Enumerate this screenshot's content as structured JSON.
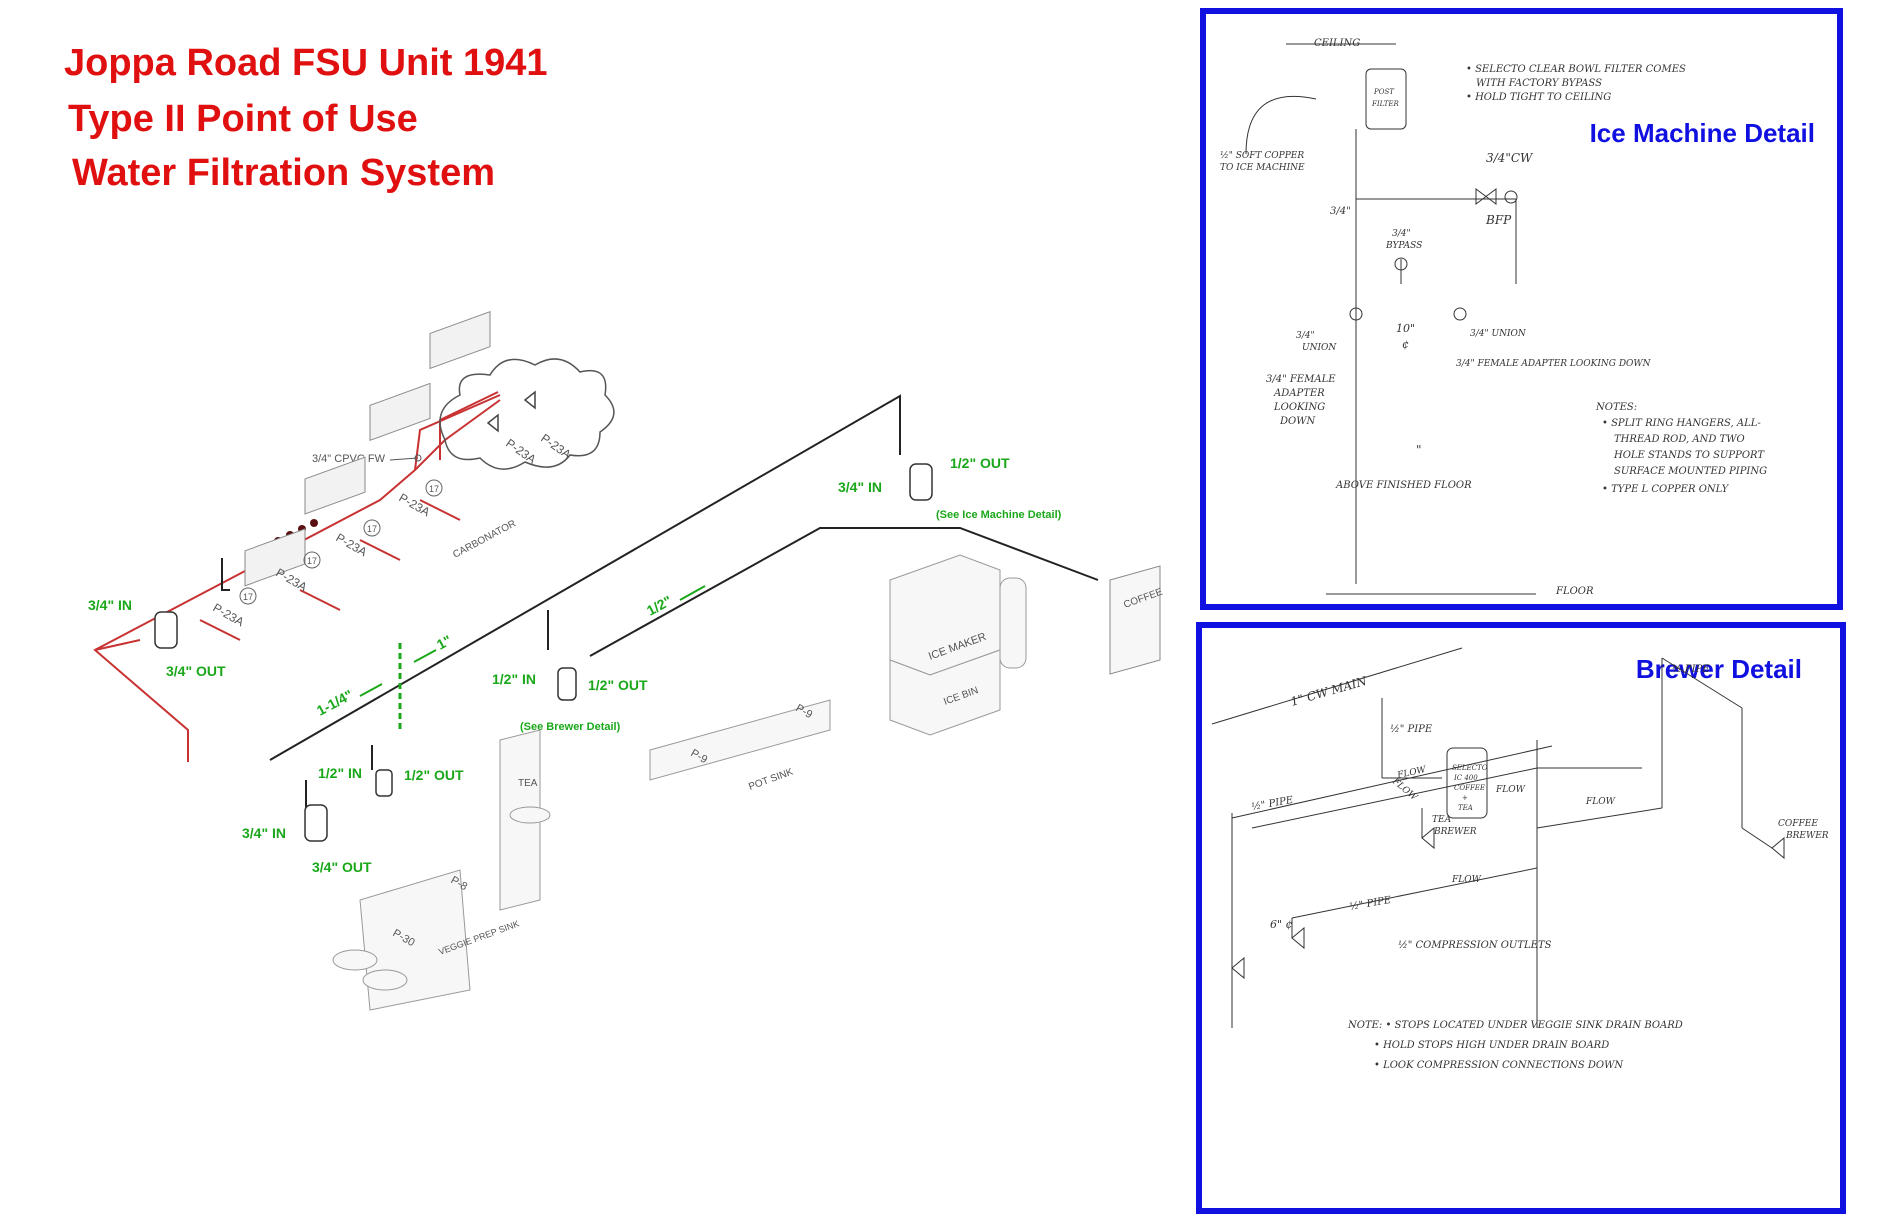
{
  "title": {
    "line1": "Joppa Road FSU Unit 1941",
    "line2": "Type II Point of Use",
    "line3": "Water Filtration System"
  },
  "colors": {
    "title": "#e01010",
    "label_green": "#1aa81a",
    "panel_border": "#1010e0",
    "red_pipe": "#c83232"
  },
  "plan": {
    "pipe_label_cpvc": "3/4\" CPVC FW",
    "pumps": [
      "P-23A",
      "P-23A",
      "P-23A",
      "P-23A",
      "P-23A",
      "P-23A"
    ],
    "circle_num": "17",
    "carbonator": "CARBONATOR",
    "ice_maker": "ICE MAKER",
    "ice_bin": "ICE BIN",
    "coffee": "COFFEE",
    "tea": "TEA",
    "pot_sink": "POT SINK",
    "p9_a": "P-9",
    "p9_b": "P-9",
    "p8": "P-8",
    "p30": "P-30",
    "veggie_sink": "VEGGIE PREP SINK",
    "filters": {
      "left": {
        "in": "3/4\" IN",
        "out": "3/4\" OUT"
      },
      "ice": {
        "in": "3/4\" IN",
        "out": "1/2\" OUT",
        "note": "(See Ice Machine Detail)"
      },
      "brewer": {
        "in": "1/2\" IN",
        "out": "1/2\" OUT",
        "note": "(See Brewer Detail)"
      },
      "small": {
        "in": "1/2\" IN",
        "out": "1/2\" OUT"
      },
      "bottom": {
        "in": "3/4\" IN",
        "out": "3/4\" OUT"
      }
    },
    "flow_1in": "1\"",
    "flow_1_1_4": "1-1/4\"",
    "flow_half": "1/2\""
  },
  "ice_detail": {
    "title": "Ice Machine Detail",
    "ceiling": "CEILING",
    "note_a": "• SELECTO CLEAR BOWL FILTER COMES",
    "note_b": "WITH FACTORY BYPASS",
    "note_c": "• HOLD TIGHT TO CEILING",
    "soft_copper_1": "½\" SOFT COPPER",
    "soft_copper_2": "TO ICE MACHINE",
    "post_filter_1": "POST",
    "post_filter_2": "FILTER",
    "cw": "3/4\"CW",
    "bfp": "BFP",
    "three_quarter": "3/4\"",
    "bypass_1": "3/4\"",
    "bypass_2": "BYPASS",
    "union_left_1": "3/4\"",
    "union_left_2": "UNION",
    "union_right": "3/4\" UNION",
    "ten_in": "10\"",
    "cl": "¢",
    "fa_left_1": "3/4\" FEMALE",
    "fa_left_2": "ADAPTER",
    "fa_left_3": "LOOKING",
    "fa_left_4": "DOWN",
    "fa_right": "3/4\" FEMALE ADAPTER LOOKING DOWN",
    "notes_head": "NOTES:",
    "notes_1": "• SPLIT RING HANGERS, ALL-",
    "notes_2": "THREAD ROD, AND TWO",
    "notes_3": "HOLE STANDS TO SUPPORT",
    "notes_4": "SURFACE MOUNTED PIPING",
    "notes_5": "• TYPE L COPPER ONLY",
    "ditto": "\"",
    "above_floor": "ABOVE FINISHED FLOOR",
    "floor": "FLOOR"
  },
  "brewer_detail": {
    "title": "Brewer Detail",
    "cw_main": "1\" CW MAIN",
    "half_pipe_1": "½\" PIPE",
    "half_pipe_2": "½ PIPE",
    "half_pipe_3": "½\" PIPE",
    "half_pipe_4": "½\" PIPE",
    "flow_1": "FLOW",
    "flow_2": "FLOW",
    "flow_3": "FLOW",
    "flow_4": "FLOW",
    "flow_5": "FLOW",
    "selecto_1": "SELECTO",
    "selecto_2": "IC 400",
    "selecto_3": "COFFEE",
    "selecto_4": "+",
    "selecto_5": "TEA",
    "tea_brewer_1": "TEA",
    "tea_brewer_2": "BREWER",
    "coffee_brewer_1": "COFFEE",
    "coffee_brewer_2": "BREWER",
    "six_cl": "6\" ¢",
    "compression": "½\" COMPRESSION OUTLETS",
    "note_1": "NOTE: • STOPS LOCATED UNDER VEGGIE SINK DRAIN BOARD",
    "note_2": "• HOLD STOPS HIGH UNDER DRAIN BOARD",
    "note_3": "• LOOK COMPRESSION CONNECTIONS DOWN"
  }
}
